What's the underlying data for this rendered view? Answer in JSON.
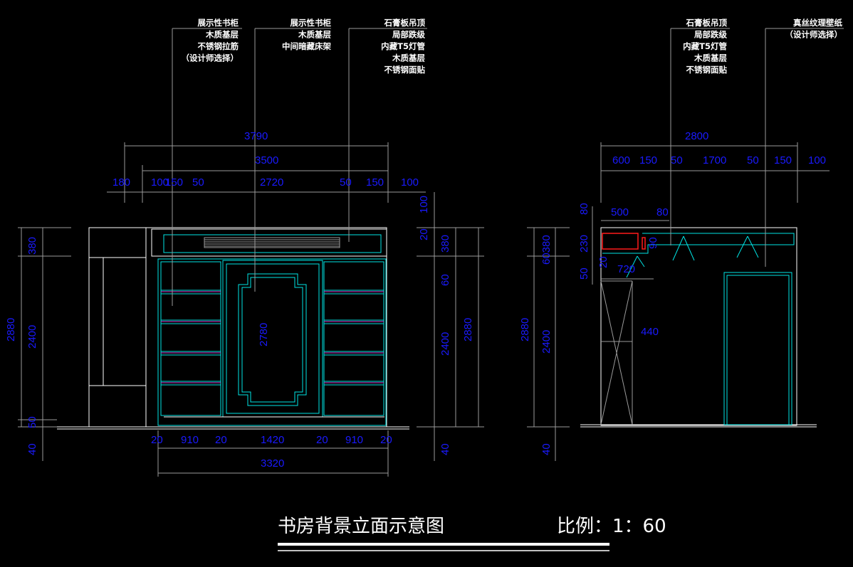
{
  "notes": {
    "left_a": [
      "展示性书柜",
      "木质基层",
      "不锈钢拉筋",
      "（设计师选择）"
    ],
    "left_b": [
      "展示性书柜",
      "木质基层",
      "中间暗藏床架"
    ],
    "left_c": [
      "石膏板吊顶",
      "局部跌级",
      "内藏T5灯管",
      "木质基层",
      "不锈钢面贴"
    ],
    "right_a": [
      "石膏板吊顶",
      "局部跌级",
      "内藏T5灯管",
      "木质基层",
      "不锈钢面贴"
    ],
    "right_b": [
      "真丝纹理壁纸",
      "（设计师选择）"
    ]
  },
  "dimensions": [
    "3790",
    "3500",
    "180",
    "100",
    "150",
    "50",
    "2720",
    "50",
    "150",
    "100",
    "380",
    "2880",
    "2400",
    "50",
    "40",
    "100",
    "20",
    "380",
    "60",
    "2400",
    "2880",
    "40",
    "2780",
    "20",
    "910",
    "20",
    "1420",
    "20",
    "910",
    "20",
    "3320",
    "2800",
    "600",
    "150",
    "50",
    "1700",
    "50",
    "150",
    "100",
    "80",
    "500",
    "80",
    "60380",
    "230",
    "90",
    "20",
    "720",
    "50",
    "440",
    "2880",
    "2400",
    "40"
  ],
  "title": "书房背景立面示意图",
  "scale_label": "比例：1：60",
  "colors": {
    "dimension": "#1a1aff",
    "cyan": "#00e5e5",
    "red": "#ff1a1a",
    "background": "#000000"
  }
}
